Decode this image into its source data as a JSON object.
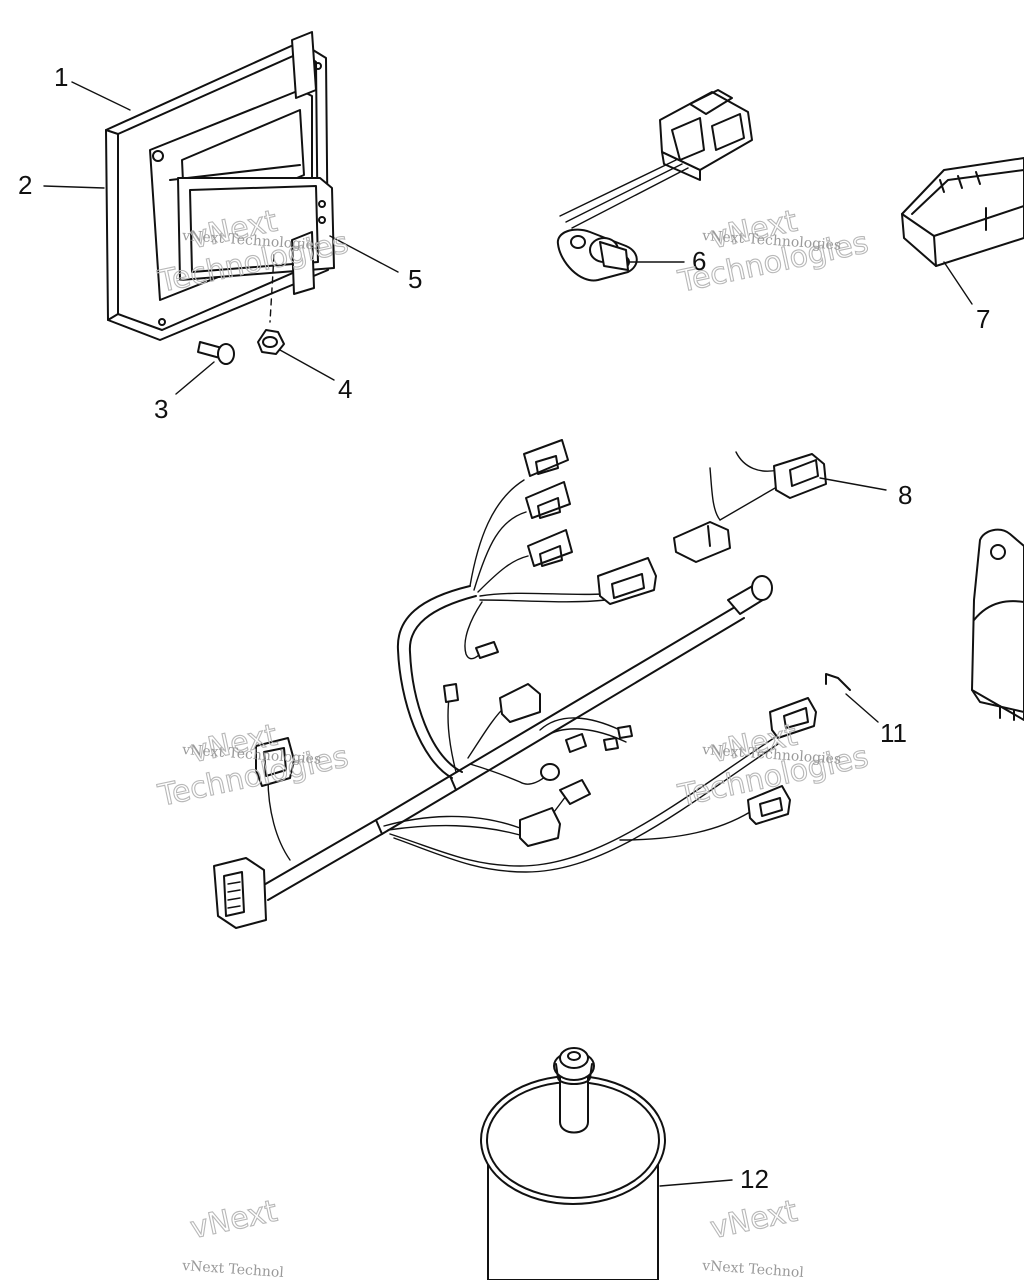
{
  "callouts": [
    {
      "id": "1",
      "label": "1"
    },
    {
      "id": "2",
      "label": "2"
    },
    {
      "id": "3",
      "label": "3"
    },
    {
      "id": "4",
      "label": "4"
    },
    {
      "id": "5",
      "label": "5"
    },
    {
      "id": "6",
      "label": "6"
    },
    {
      "id": "7",
      "label": "7"
    },
    {
      "id": "8",
      "label": "8"
    },
    {
      "id": "11",
      "label": "11"
    },
    {
      "id": "12",
      "label": "12"
    }
  ],
  "watermark": {
    "brand": "vNext",
    "line": "vNext Technologies",
    "word": "Technologies",
    "line_cut": "vNext Technol"
  }
}
